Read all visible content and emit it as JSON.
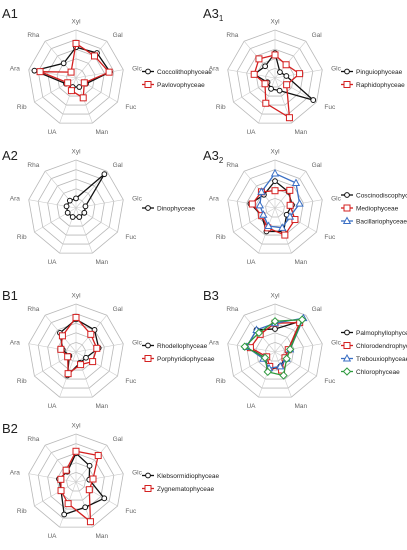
{
  "axes": [
    "Xyl",
    "Gal",
    "Glc",
    "Fuc",
    "Man",
    "UA",
    "Rib",
    "Ara",
    "Rha"
  ],
  "chart_data": [
    {
      "id": "A1",
      "title": "A1",
      "type": "radar",
      "rlim": [
        0,
        5
      ],
      "grid": true,
      "legend": "right",
      "series": [
        {
          "name": "Coccolithophyceae",
          "color": "#111111",
          "marker": "circle",
          "values": [
            3.2,
            3.4,
            3.6,
            1.2,
            1.0,
            1.0,
            1.2,
            4.4,
            2.0
          ]
        },
        {
          "name": "Pavlovophyceae",
          "color": "#d42020",
          "marker": "square",
          "values": [
            3.6,
            3.0,
            3.5,
            1.0,
            2.2,
            1.4,
            1.0,
            3.8,
            0.8
          ]
        }
      ]
    },
    {
      "id": "A3_1",
      "title": "A3",
      "subscript": "1",
      "type": "radar",
      "rlim": [
        0,
        5
      ],
      "grid": true,
      "legend": "right",
      "series": [
        {
          "name": "Pinguiophyceae",
          "color": "#111111",
          "marker": "circle",
          "values": [
            2.6,
            0.8,
            1.2,
            4.6,
            1.4,
            1.2,
            0.9,
            2.2,
            1.6
          ]
        },
        {
          "name": "Raphidophyceae",
          "color": "#d42020",
          "marker": "square",
          "values": [
            2.4,
            1.8,
            2.6,
            1.4,
            4.4,
            2.8,
            1.2,
            2.2,
            2.6
          ]
        }
      ]
    },
    {
      "id": "A2",
      "title": "A2",
      "type": "radar",
      "rlim": [
        0,
        5
      ],
      "grid": true,
      "legend": "right",
      "series": [
        {
          "name": "Dinophyceae",
          "color": "#111111",
          "marker": "circle",
          "values": [
            1.0,
            4.6,
            1.0,
            1.0,
            1.0,
            1.0,
            1.0,
            1.0,
            1.0
          ]
        }
      ]
    },
    {
      "id": "A3_2",
      "title": "A3",
      "subscript": "2",
      "type": "radar",
      "rlim": [
        0,
        5
      ],
      "grid": true,
      "legend": "right",
      "series": [
        {
          "name": "Coscinodiscophyceae",
          "color": "#111111",
          "marker": "circle",
          "values": [
            2.8,
            2.2,
            1.8,
            1.4,
            2.6,
            2.6,
            1.6,
            2.6,
            1.8
          ]
        },
        {
          "name": "Mediophyceae",
          "color": "#d42020",
          "marker": "square",
          "values": [
            1.8,
            2.4,
            1.6,
            2.4,
            3.0,
            2.2,
            1.6,
            2.4,
            2.2
          ]
        },
        {
          "name": "Bacillariophyceae",
          "color": "#3a6fc4",
          "marker": "triangle",
          "values": [
            3.6,
            3.4,
            2.6,
            1.8,
            2.2,
            2.0,
            1.4,
            1.6,
            2.2
          ]
        }
      ]
    },
    {
      "id": "B1",
      "title": "B1",
      "type": "radar",
      "rlim": [
        0,
        5
      ],
      "grid": true,
      "legend": "right",
      "series": [
        {
          "name": "Rhodellophyceae",
          "color": "#111111",
          "marker": "circle",
          "values": [
            3.4,
            3.0,
            2.4,
            1.2,
            1.2,
            2.6,
            0.8,
            1.4,
            2.6
          ]
        },
        {
          "name": "Porphyridiophyceae",
          "color": "#d42020",
          "marker": "square",
          "values": [
            3.6,
            2.4,
            2.2,
            2.0,
            1.4,
            2.4,
            1.0,
            1.6,
            2.2
          ]
        }
      ]
    },
    {
      "id": "B3",
      "title": "B3",
      "type": "radar",
      "rlim": [
        0,
        5
      ],
      "grid": true,
      "legend": "right",
      "series": [
        {
          "name": "Palmophyllophyceae",
          "color": "#111111",
          "marker": "circle",
          "values": [
            2.4,
            4.2,
            1.4,
            1.2,
            1.6,
            2.0,
            1.2,
            3.0,
            3.0
          ]
        },
        {
          "name": "Chlorodendrophyceae",
          "color": "#d42020",
          "marker": "square",
          "values": [
            3.0,
            4.0,
            1.4,
            1.2,
            2.0,
            1.6,
            1.0,
            2.6,
            2.4
          ]
        },
        {
          "name": "Trebouxiophyceae",
          "color": "#3a6fc4",
          "marker": "triangle",
          "values": [
            3.0,
            4.6,
            1.6,
            1.4,
            1.6,
            1.8,
            1.4,
            3.0,
            3.0
          ]
        },
        {
          "name": "Chlorophyceae",
          "color": "#2e9a3e",
          "marker": "diamond",
          "values": [
            3.2,
            4.4,
            1.6,
            1.4,
            2.6,
            2.2,
            1.2,
            3.2,
            2.6
          ]
        }
      ]
    },
    {
      "id": "B2",
      "title": "B2",
      "type": "radar",
      "rlim": [
        0,
        5
      ],
      "grid": true,
      "legend": "right",
      "series": [
        {
          "name": "Klebsormidiophyceae",
          "color": "#111111",
          "marker": "circle",
          "values": [
            3.0,
            2.2,
            1.4,
            3.4,
            2.8,
            3.6,
            1.8,
            1.8,
            1.4
          ]
        },
        {
          "name": "Zygnematophyceae",
          "color": "#d42020",
          "marker": "square",
          "values": [
            3.2,
            3.6,
            1.8,
            1.6,
            4.4,
            2.4,
            1.8,
            1.6,
            1.6
          ]
        }
      ]
    }
  ]
}
